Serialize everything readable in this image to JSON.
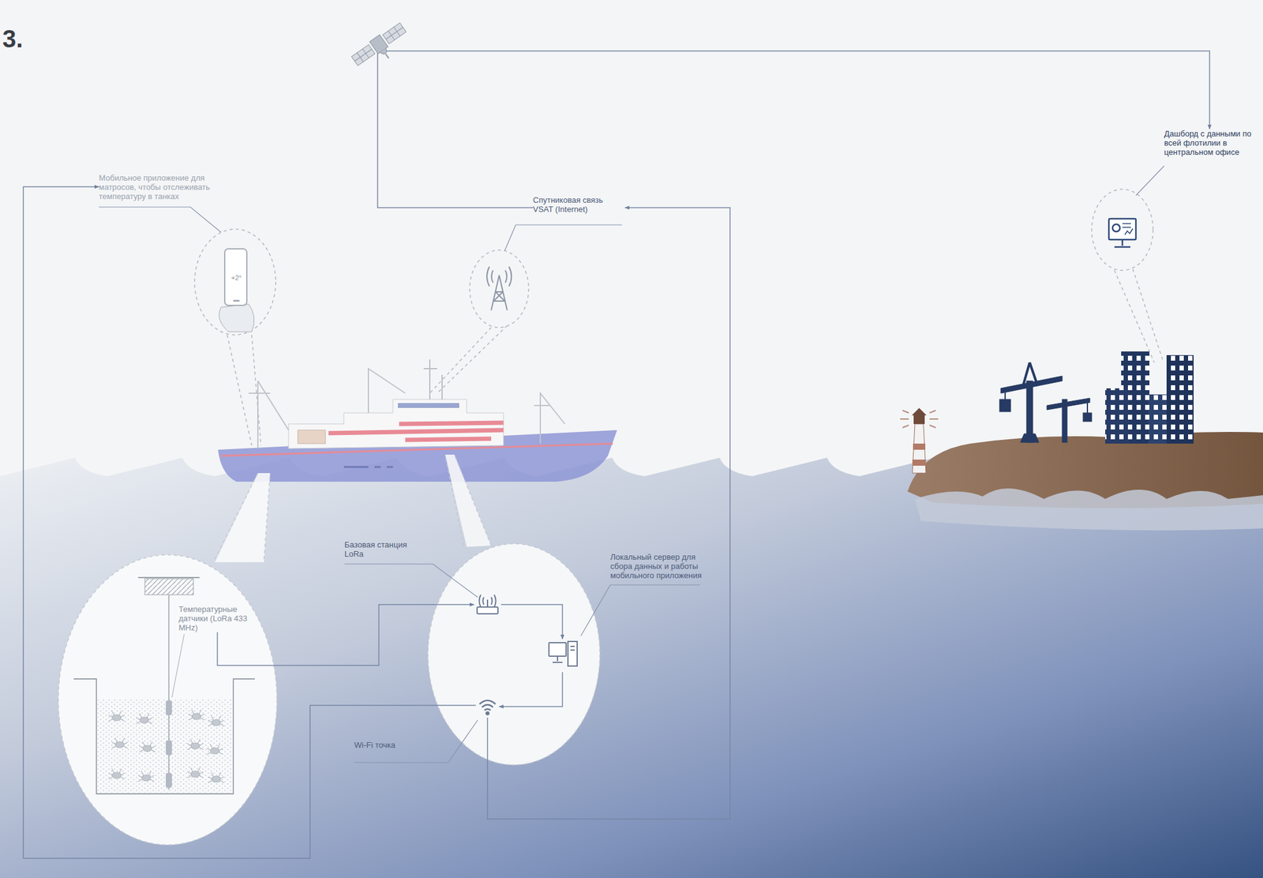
{
  "diagram": {
    "nodes": [
      {
        "text": [
          "Мобильное приложение для матросов, чтобы отслеживать температуру в танках"
        ]
      },
      {
        "text": [
          "Спутниковая связь VSAT (Internet)"
        ]
      },
      {
        "text": [
          "Дашборд с данными по всей флотилии в центральном офисе"
        ]
      },
      {
        "text": [
          "Температурные датчики (LoRa 433 MHz)"
        ]
      },
      {
        "text": [
          "Базовая станция LoRa"
        ]
      },
      {
        "text": [
          "Локальный сервер для сбора данных и работы мобильного приложения"
        ]
      },
      {
        "text": [
          "Wi-Fi точка"
        ]
      }
    ],
    "edges": [
      {
        "from": 3,
        "to": 4,
        "arrow": "to"
      },
      {
        "from": 4,
        "to": 5,
        "arrow": "to"
      },
      {
        "from": 5,
        "to": 6,
        "arrow": "to"
      },
      {
        "from": 6,
        "to": 0,
        "arrow": "to"
      },
      {
        "from": 6,
        "to": 1,
        "arrow": "to"
      },
      {
        "from": 1,
        "to": 2,
        "arrow": "to"
      }
    ],
    "labels": [
      "3.",
      "+2°"
    ]
  }
}
